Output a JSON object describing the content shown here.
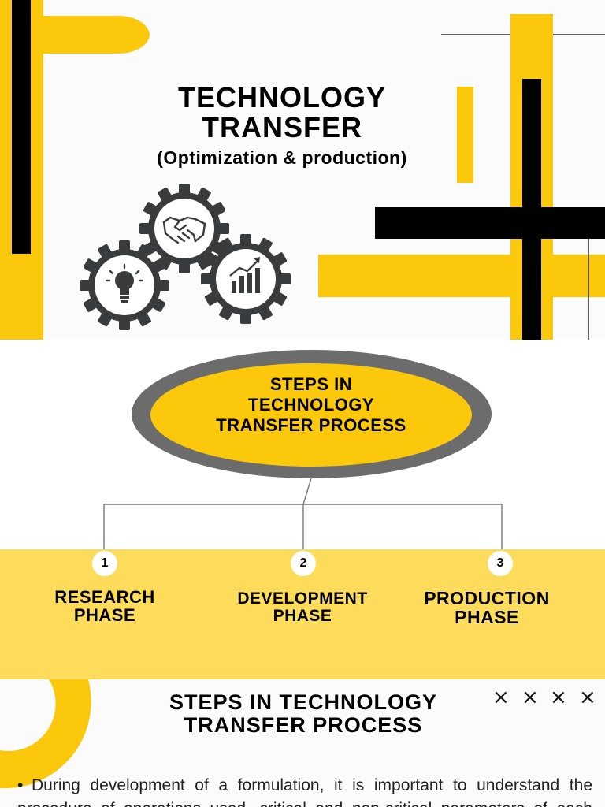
{
  "slide1": {
    "title_line1": "TECHNOLOGY",
    "title_line2": "TRANSFER",
    "subtitle": "(Optimization & production)",
    "gears": [
      {
        "icon": "handshake-icon"
      },
      {
        "icon": "lightbulb-icon"
      },
      {
        "icon": "growth-chart-icon"
      }
    ]
  },
  "slide2": {
    "oval_text_line1": "STEPS IN",
    "oval_text_line2": "TECHNOLOGY",
    "oval_text_line3": "TRANSFER PROCESS",
    "steps": [
      {
        "number": "1",
        "line1": "RESEARCH",
        "line2": "PHASE"
      },
      {
        "number": "2",
        "line1": "DEVELOPMENT",
        "line2": "PHASE"
      },
      {
        "number": "3",
        "line1": "PRODUCTION",
        "line2": "PHASE"
      }
    ]
  },
  "slide3": {
    "title_line1": "STEPS IN TECHNOLOGY",
    "title_line2": "TRANSFER PROCESS",
    "marks": [
      "×",
      "×",
      "×",
      "×"
    ],
    "bullet_text": "During development of a formulation, it is important to understand the procedure of operations used, critical and non-critical parameters of each operation"
  },
  "colors": {
    "yellow": "#fcc80c",
    "light_yellow": "#fddc5c",
    "black": "#000000",
    "gray": "#6c6c6c",
    "gear": "#3a3b3d"
  }
}
